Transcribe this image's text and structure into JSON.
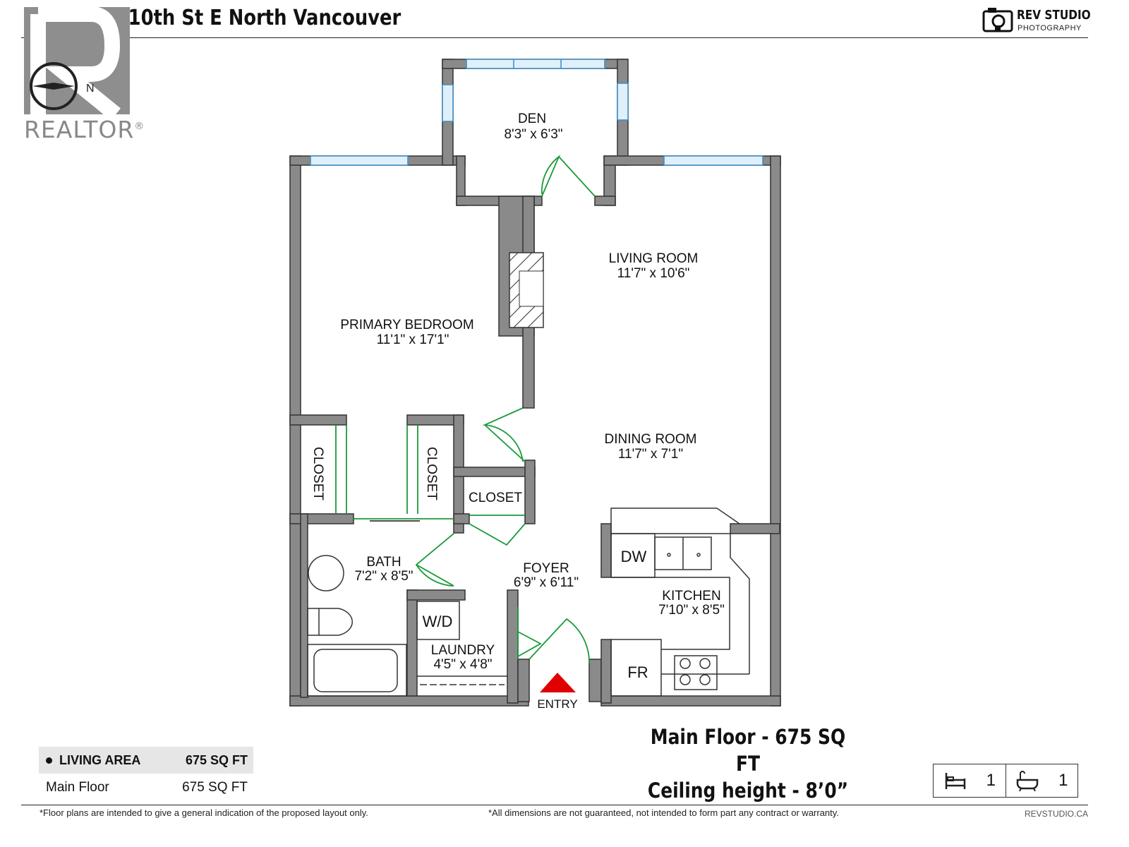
{
  "header": {
    "title": "210 175 10th St E North Vancouver",
    "brand_name": "REV STUDIO",
    "brand_sub": "PHOTOGRAPHY"
  },
  "watermark": {
    "logo_text": "REALTOR",
    "logo_mark": "®"
  },
  "rooms": [
    {
      "name": "DEN",
      "dims": "8'3\" x 6'3\""
    },
    {
      "name": "LIVING ROOM",
      "dims": "11'7\" x 10'6\""
    },
    {
      "name": "PRIMARY BEDROOM",
      "dims": "11'1\" x 17'1\""
    },
    {
      "name": "DINING ROOM",
      "dims": "11'7\" x 7'1\""
    },
    {
      "name": "BATH",
      "dims": "7'2\" x 8'5\""
    },
    {
      "name": "FOYER",
      "dims": "6'9\" x 6'11\""
    },
    {
      "name": "KITCHEN",
      "dims": "7'10\" x 8'5\""
    },
    {
      "name": "LAUNDRY",
      "dims": "4'5\" x 4'8\""
    }
  ],
  "closets": {
    "left": "CLOSET",
    "middle": "CLOSET",
    "hall": "CLOSET"
  },
  "appliances": {
    "dishwasher": "DW",
    "washer_dryer": "W/D",
    "fridge": "FR"
  },
  "entry_label": "ENTRY",
  "summary": {
    "floor_area": "Main Floor - 675 SQ FT",
    "ceiling": "Ceiling height - 8’0”"
  },
  "area_table": {
    "header_label": "LIVING AREA",
    "header_value": "675 SQ FT",
    "rows": [
      {
        "label": "Main Floor",
        "value": "675 SQ FT"
      }
    ]
  },
  "counts": {
    "bedrooms": "1",
    "bathrooms": "1"
  },
  "footer": {
    "left": "*Floor plans are intended to give a general indication of the proposed layout only.",
    "right": "*All dimensions are not guaranteed, not intended to form part any contract or warranty.",
    "site": "REVSTUDIO.CA"
  },
  "colors": {
    "wall": "#8a8a8a",
    "door": "#1a9a3a",
    "window": "#5aa0d0",
    "entry_arrow": "#e00000"
  }
}
